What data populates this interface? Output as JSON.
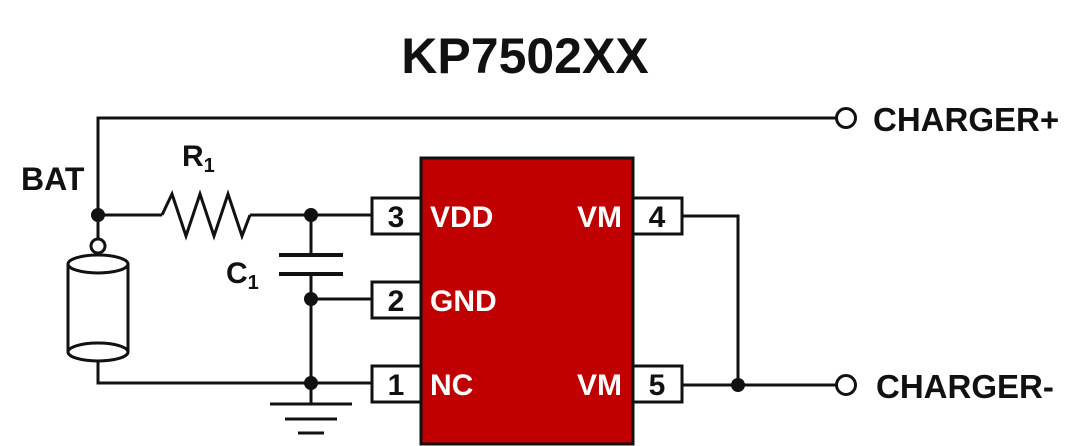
{
  "title": "KP7502XX",
  "labels": {
    "bat": "BAT",
    "r1": "R",
    "r1_sub": "1",
    "c1": "C",
    "c1_sub": "1",
    "charger_plus": "CHARGER+",
    "charger_minus": "CHARGER-"
  },
  "chip": {
    "color": "#c00000",
    "pins": [
      {
        "num": "3",
        "name": "VDD"
      },
      {
        "num": "2",
        "name": "GND"
      },
      {
        "num": "1",
        "name": "NC"
      },
      {
        "num": "4",
        "name": "VM"
      },
      {
        "num": "5",
        "name": "VM"
      }
    ]
  }
}
